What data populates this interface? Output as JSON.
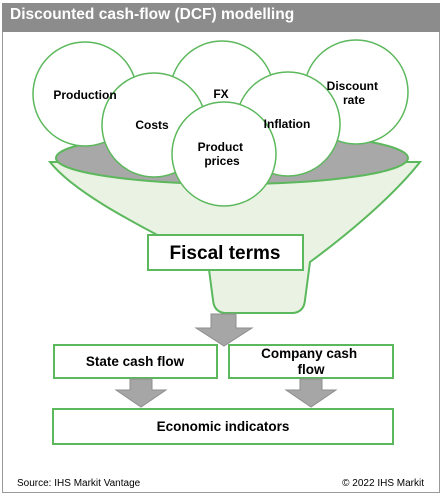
{
  "title": "Discounted cash-flow (DCF) modelling",
  "colors": {
    "accent_green": "#5cb85c",
    "funnel_green": "#eaf3e3",
    "ellipse_grey": "#a8a8a8",
    "arrow_grey": "#a6a6a6",
    "title_bar": "#8c8c8c"
  },
  "inputs": {
    "production": "Production",
    "costs": "Costs",
    "fx": "FX",
    "inflation": "Inflation",
    "discount_rate": [
      "Discount",
      "rate"
    ],
    "product_prices": [
      "Product",
      "prices"
    ]
  },
  "fiscal_terms": "Fiscal terms",
  "outputs": {
    "state_cash_flow": "State cash flow",
    "company_cash_flow": [
      "Company cash",
      "flow"
    ]
  },
  "result": "Economic indicators",
  "footer": {
    "source": "Source: IHS Markit Vantage",
    "copyright": "© 2022 IHS Markit"
  }
}
